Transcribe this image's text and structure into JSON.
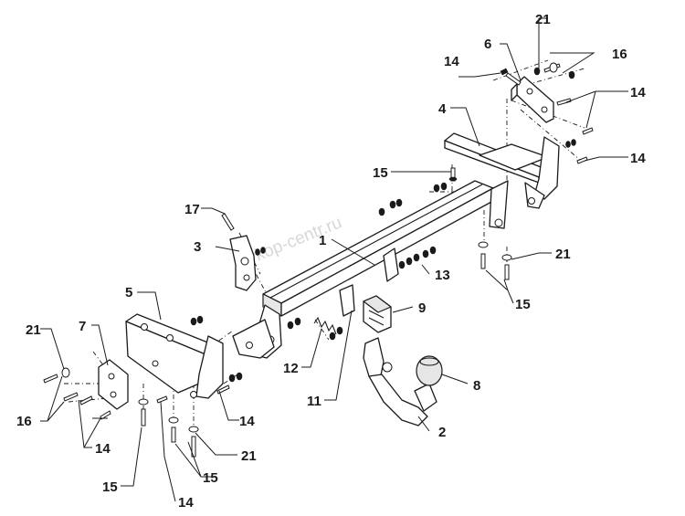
{
  "watermark": "tarkop-centr.ru",
  "callouts": {
    "c1": "1",
    "c2": "2",
    "c3": "3",
    "c4": "4",
    "c5": "5",
    "c6": "6",
    "c7": "7",
    "c8": "8",
    "c9": "9",
    "c11": "11",
    "c12": "12",
    "c13": "13",
    "c14a": "14",
    "c14b": "14",
    "c14c": "14",
    "c14d": "14",
    "c14e": "14",
    "c14f": "14",
    "c15a": "15",
    "c15b": "15",
    "c15c": "15",
    "c15d": "15",
    "c16a": "16",
    "c16b": "16",
    "c17": "17",
    "c21a": "21",
    "c21b": "21",
    "c21c": "21",
    "c21d": "21"
  }
}
